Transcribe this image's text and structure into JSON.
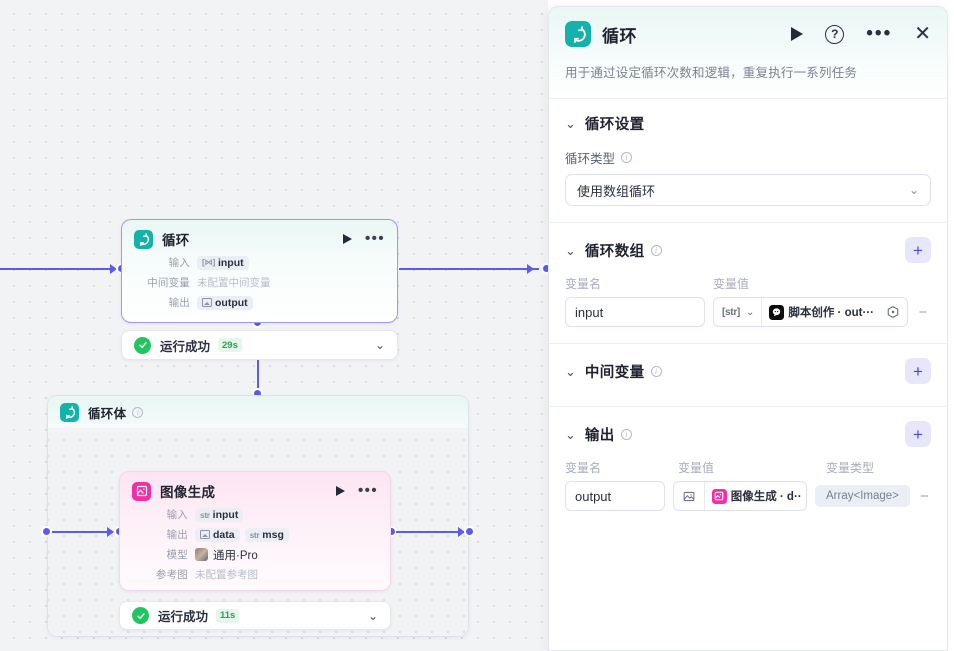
{
  "canvas": {
    "loop_node": {
      "title": "循环",
      "icon": "loop-icon",
      "rows": [
        {
          "label": "输入",
          "type_icon": "array-type-icon",
          "value": "input",
          "muted": false
        },
        {
          "label": "中间变量",
          "type_icon": "",
          "value": "未配置中间变量",
          "muted": true
        },
        {
          "label": "输出",
          "type_icon": "array-type-icon",
          "value": "output",
          "muted": false
        }
      ],
      "status": {
        "text": "运行成功",
        "duration": "29s"
      }
    },
    "loop_body": {
      "title": "循环体",
      "icon": "loop-icon",
      "node": {
        "title": "图像生成",
        "icon": "image-gen-icon",
        "rows": [
          {
            "label": "输入",
            "chips": [
              {
                "type": "str",
                "value": "input"
              }
            ]
          },
          {
            "label": "输出",
            "chips": [
              {
                "type": "img",
                "value": "data"
              },
              {
                "type": "str",
                "value": "msg"
              }
            ]
          },
          {
            "label": "模型",
            "chips": [
              {
                "type": "avatar",
                "value": "通用·Pro"
              }
            ]
          },
          {
            "label": "参考图",
            "chips": [
              {
                "type": "none",
                "value": "未配置参考图"
              }
            ]
          }
        ],
        "status": {
          "text": "运行成功",
          "duration": "11s"
        }
      }
    }
  },
  "panel": {
    "icon": "loop-icon",
    "title": "循环",
    "subtitle": "用于通过设定循环次数和逻辑，重复执行一系列任务",
    "actions": {
      "run": "run-icon",
      "help": "help-icon",
      "more": "more-icon",
      "close": "close-icon"
    },
    "sections": [
      {
        "id": "loop-settings",
        "title": "循环设置",
        "has_info": false,
        "has_add": false,
        "field_label": "循环类型",
        "select_value": "使用数组循环"
      },
      {
        "id": "loop-array",
        "title": "循环数组",
        "has_info": true,
        "has_add": true,
        "add_label": "+",
        "columns": [
          "变量名",
          "变量值"
        ],
        "rows": [
          {
            "name": "input",
            "value_type": "[str]",
            "ref_icon": "script-node-icon",
            "ref_text": "脚本创作 · out···",
            "trailing_icon": "target-icon",
            "remove_label": "−"
          }
        ]
      },
      {
        "id": "intermediate-vars",
        "title": "中间变量",
        "has_info": true,
        "has_add": true,
        "add_label": "+",
        "columns": [],
        "rows": []
      },
      {
        "id": "output",
        "title": "输出",
        "has_info": true,
        "has_add": true,
        "add_label": "+",
        "columns": [
          "变量名",
          "变量值",
          "变量类型"
        ],
        "rows": [
          {
            "name": "output",
            "leading_icon": "image-type-icon",
            "ref_icon": "image-gen-icon",
            "ref_text": "图像生成 · d··",
            "var_type": "Array<Image>",
            "remove_label": "−"
          }
        ]
      }
    ]
  },
  "colors": {
    "accent_indigo": "#5b5bef",
    "teal": "#13b3ac",
    "pink": "#f62ea6",
    "success_green": "#22c55e",
    "canvas_bg": "#f2f3f5"
  }
}
